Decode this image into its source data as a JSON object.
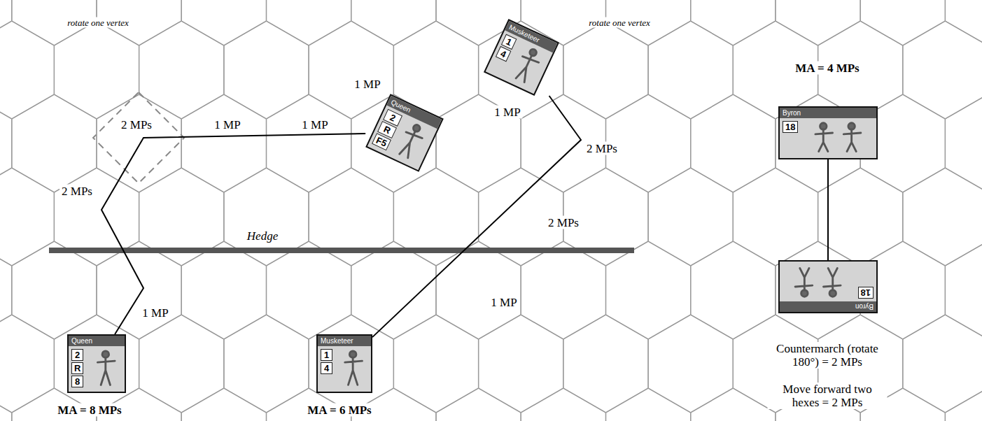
{
  "diagram": {
    "nodes": [
      {
        "text": [
          "Musketeer",
          "1",
          "4"
        ]
      },
      {
        "text": [
          "Queen",
          "2",
          "R",
          "F5"
        ]
      },
      {
        "text": [
          "Byron",
          "18"
        ]
      },
      {
        "text": [
          "Byron",
          "18"
        ]
      },
      {
        "text": [
          "Queen",
          "2",
          "R",
          "8"
        ]
      },
      {
        "text": [
          "Musketeer",
          "1",
          "4"
        ]
      }
    ],
    "edges": [
      {
        "from": 4,
        "to": 1,
        "arrow": "none"
      },
      {
        "from": 5,
        "to": 0,
        "arrow": "none"
      },
      {
        "from": 2,
        "to": 3,
        "arrow": "none"
      }
    ],
    "labels": [
      "rotate one vertex",
      "rotate one vertex",
      "MA = 4 MPs",
      "1 MP",
      "1 MP",
      "2 MPs",
      "1 MP",
      "1 MP",
      "2 MPs",
      "2 MPs",
      "2 MPs",
      "Hedge",
      "1 MP",
      "1 MP",
      "Countermarch (rotate 180°) = 2 MPs",
      "Move forward two hexes = 2 MPs",
      "MA = 8 MPs",
      "MA = 6 MPs"
    ]
  }
}
